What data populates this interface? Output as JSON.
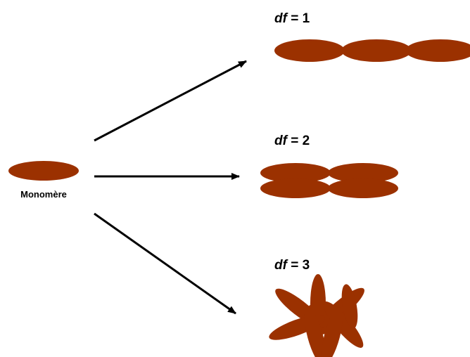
{
  "monomer": {
    "label": "Monomère"
  },
  "panels": [
    {
      "df_prefix": "df",
      "df_suffix": " = 1",
      "value": 1
    },
    {
      "df_prefix": "df",
      "df_suffix": " = 2",
      "value": 2
    },
    {
      "df_prefix": "df",
      "df_suffix": " = 3",
      "value": 3
    }
  ],
  "colors": {
    "particle": "#9b3100",
    "arrow": "#000000"
  }
}
